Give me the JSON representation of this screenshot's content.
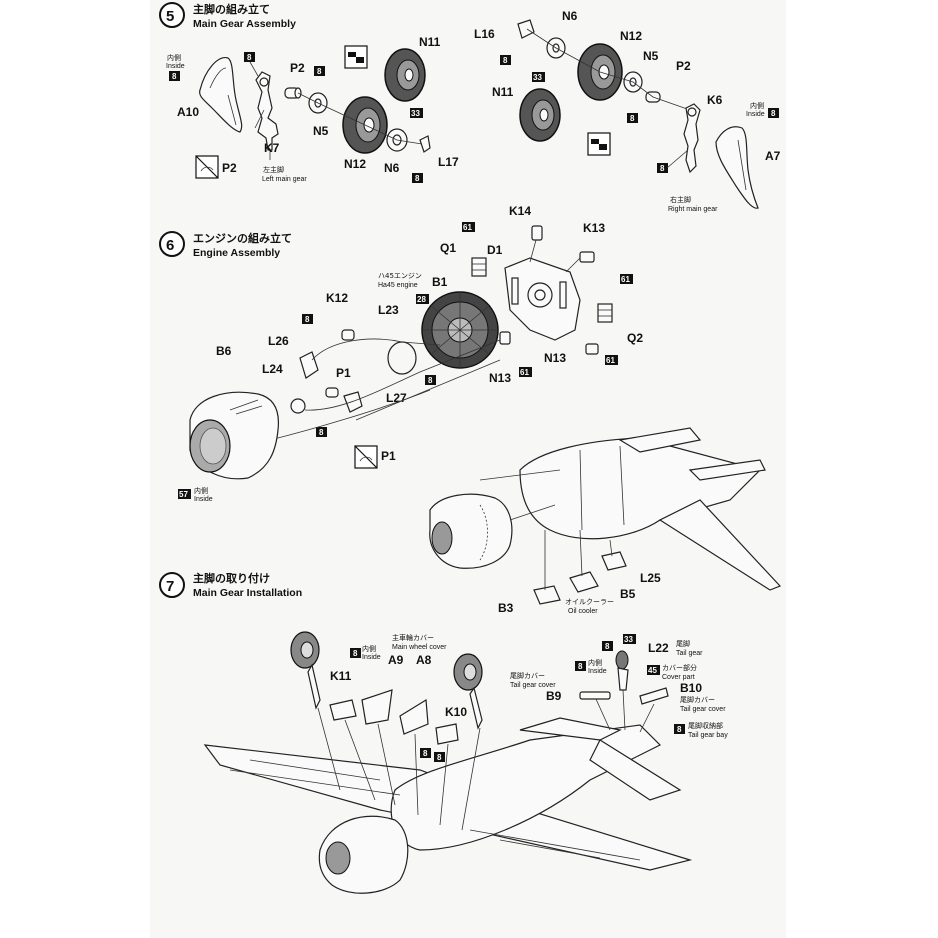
{
  "steps": [
    {
      "number": "5",
      "title_jp": "主脚の組み立て",
      "title_en": "Main Gear Assembly"
    },
    {
      "number": "6",
      "title_jp": "エンジンの組み立て",
      "title_en": "Engine Assembly"
    },
    {
      "number": "7",
      "title_jp": "主脚の取り付け",
      "title_en": "Main Gear Installation"
    }
  ],
  "labels": {
    "s5_inside_jp": "内側",
    "s5_inside_en": "Inside",
    "s5_left_jp": "左主脚",
    "s5_left_en": "Left main gear",
    "s5_right_jp": "右主脚",
    "s5_right_en": "Right main gear",
    "s5_inside2_jp": "内側",
    "s5_inside2_en": "Inside",
    "s6_engine_jp": "ハ45エンジン",
    "s6_engine_en": "Ha45 engine",
    "s6_inside_jp": "内側",
    "s6_inside_en": "Inside",
    "s6_oil_jp": "オイルクーラー",
    "s6_oil_en": "Oil cooler",
    "s7_inside_jp": "内側",
    "s7_inside_en": "Inside",
    "s7_mwc_jp": "主車輪カバー",
    "s7_mwc_en": "Main wheel cover",
    "s7_tg_jp": "尾脚",
    "s7_tg_en": "Tail gear",
    "s7_cp_jp": "カバー部分",
    "s7_cp_en": "Cover part",
    "s7_tgc1_jp": "尾脚カバー",
    "s7_tgc1_en": "Tail gear cover",
    "s7_inside3_jp": "内側",
    "s7_inside3_en": "Inside",
    "s7_tgc2_jp": "尾脚カバー",
    "s7_tgc2_en": "Tail gear cover",
    "s7_tgb_jp": "尾脚収納部",
    "s7_tgb_en": "Tail gear bay"
  },
  "parts": {
    "A10": "A10",
    "K7": "K7",
    "P2a": "P2",
    "N5a": "N5",
    "N12a": "N12",
    "N6a": "N6",
    "L17": "L17",
    "N11a": "N11",
    "P2b": "P2",
    "L16": "L16",
    "N6b": "N6",
    "N12b": "N12",
    "N11b": "N11",
    "N5b": "N5",
    "P2c": "P2",
    "K6": "K6",
    "A7": "A7",
    "K14": "K14",
    "Q1": "Q1",
    "D1": "D1",
    "K13": "K13",
    "B1": "B1",
    "K12": "K12",
    "L23": "L23",
    "L26": "L26",
    "P1a": "P1",
    "L24": "L24",
    "L27": "L27",
    "B6": "B6",
    "N13a": "N13",
    "N13b": "N13",
    "Q2": "Q2",
    "P1b": "P1",
    "L25": "L25",
    "B5": "B5",
    "B3": "B3",
    "A9": "A9",
    "A8": "A8",
    "K11": "K11",
    "K10": "K10",
    "L22": "L22",
    "B9": "B9",
    "B10": "B10"
  },
  "paint_codes": {
    "c8": "8",
    "c33": "33",
    "c28": "28",
    "c61": "61",
    "c57": "57",
    "c45": "45"
  },
  "colors": {
    "ink": "#111111",
    "paper": "#f7f7f5",
    "tone": "#9a9a9a"
  }
}
